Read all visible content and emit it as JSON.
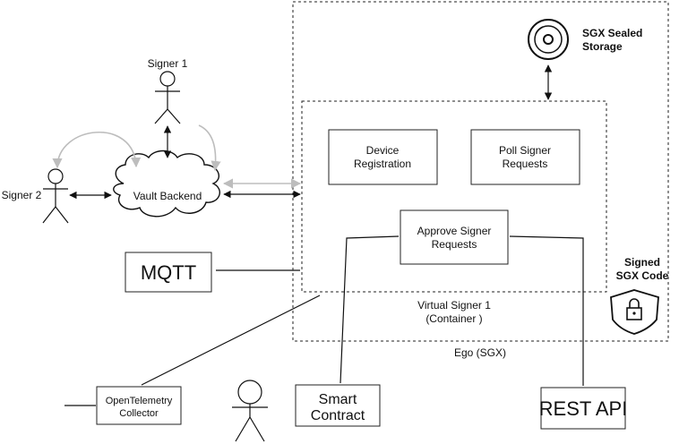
{
  "nodes": {
    "signer1": "Signer 1",
    "signer2": "Signer 2",
    "vault_backend": "Vault Backend",
    "sgx_storage_line1": "SGX Sealed",
    "sgx_storage_line2": "Storage",
    "device_registration_line1": "Device",
    "device_registration_line2": "Registration",
    "poll_signer_line1": "Poll Signer",
    "poll_signer_line2": "Requests",
    "approve_signer_line1": "Approve Signer",
    "approve_signer_line2": "Requests",
    "virtual_signer_line1": "Virtual Signer 1",
    "virtual_signer_line2": "(Container  )",
    "ego": "Ego (SGX)",
    "signed_code_line1": "Signed",
    "signed_code_line2": "SGX Code",
    "mqtt": "MQTT",
    "otel_line1": "OpenTelemetry",
    "otel_line2": "Collector",
    "smart_contract_line1": "Smart",
    "smart_contract_line2": "Contract",
    "rest_api": "REST API"
  },
  "icons": {
    "storage": "disc-icon",
    "signed_code": "shield-lock-icon",
    "actor": "stick-figure-icon"
  },
  "colors": {
    "line": "#111111",
    "secondary_line": "#bdbdbd",
    "background": "#ffffff"
  }
}
